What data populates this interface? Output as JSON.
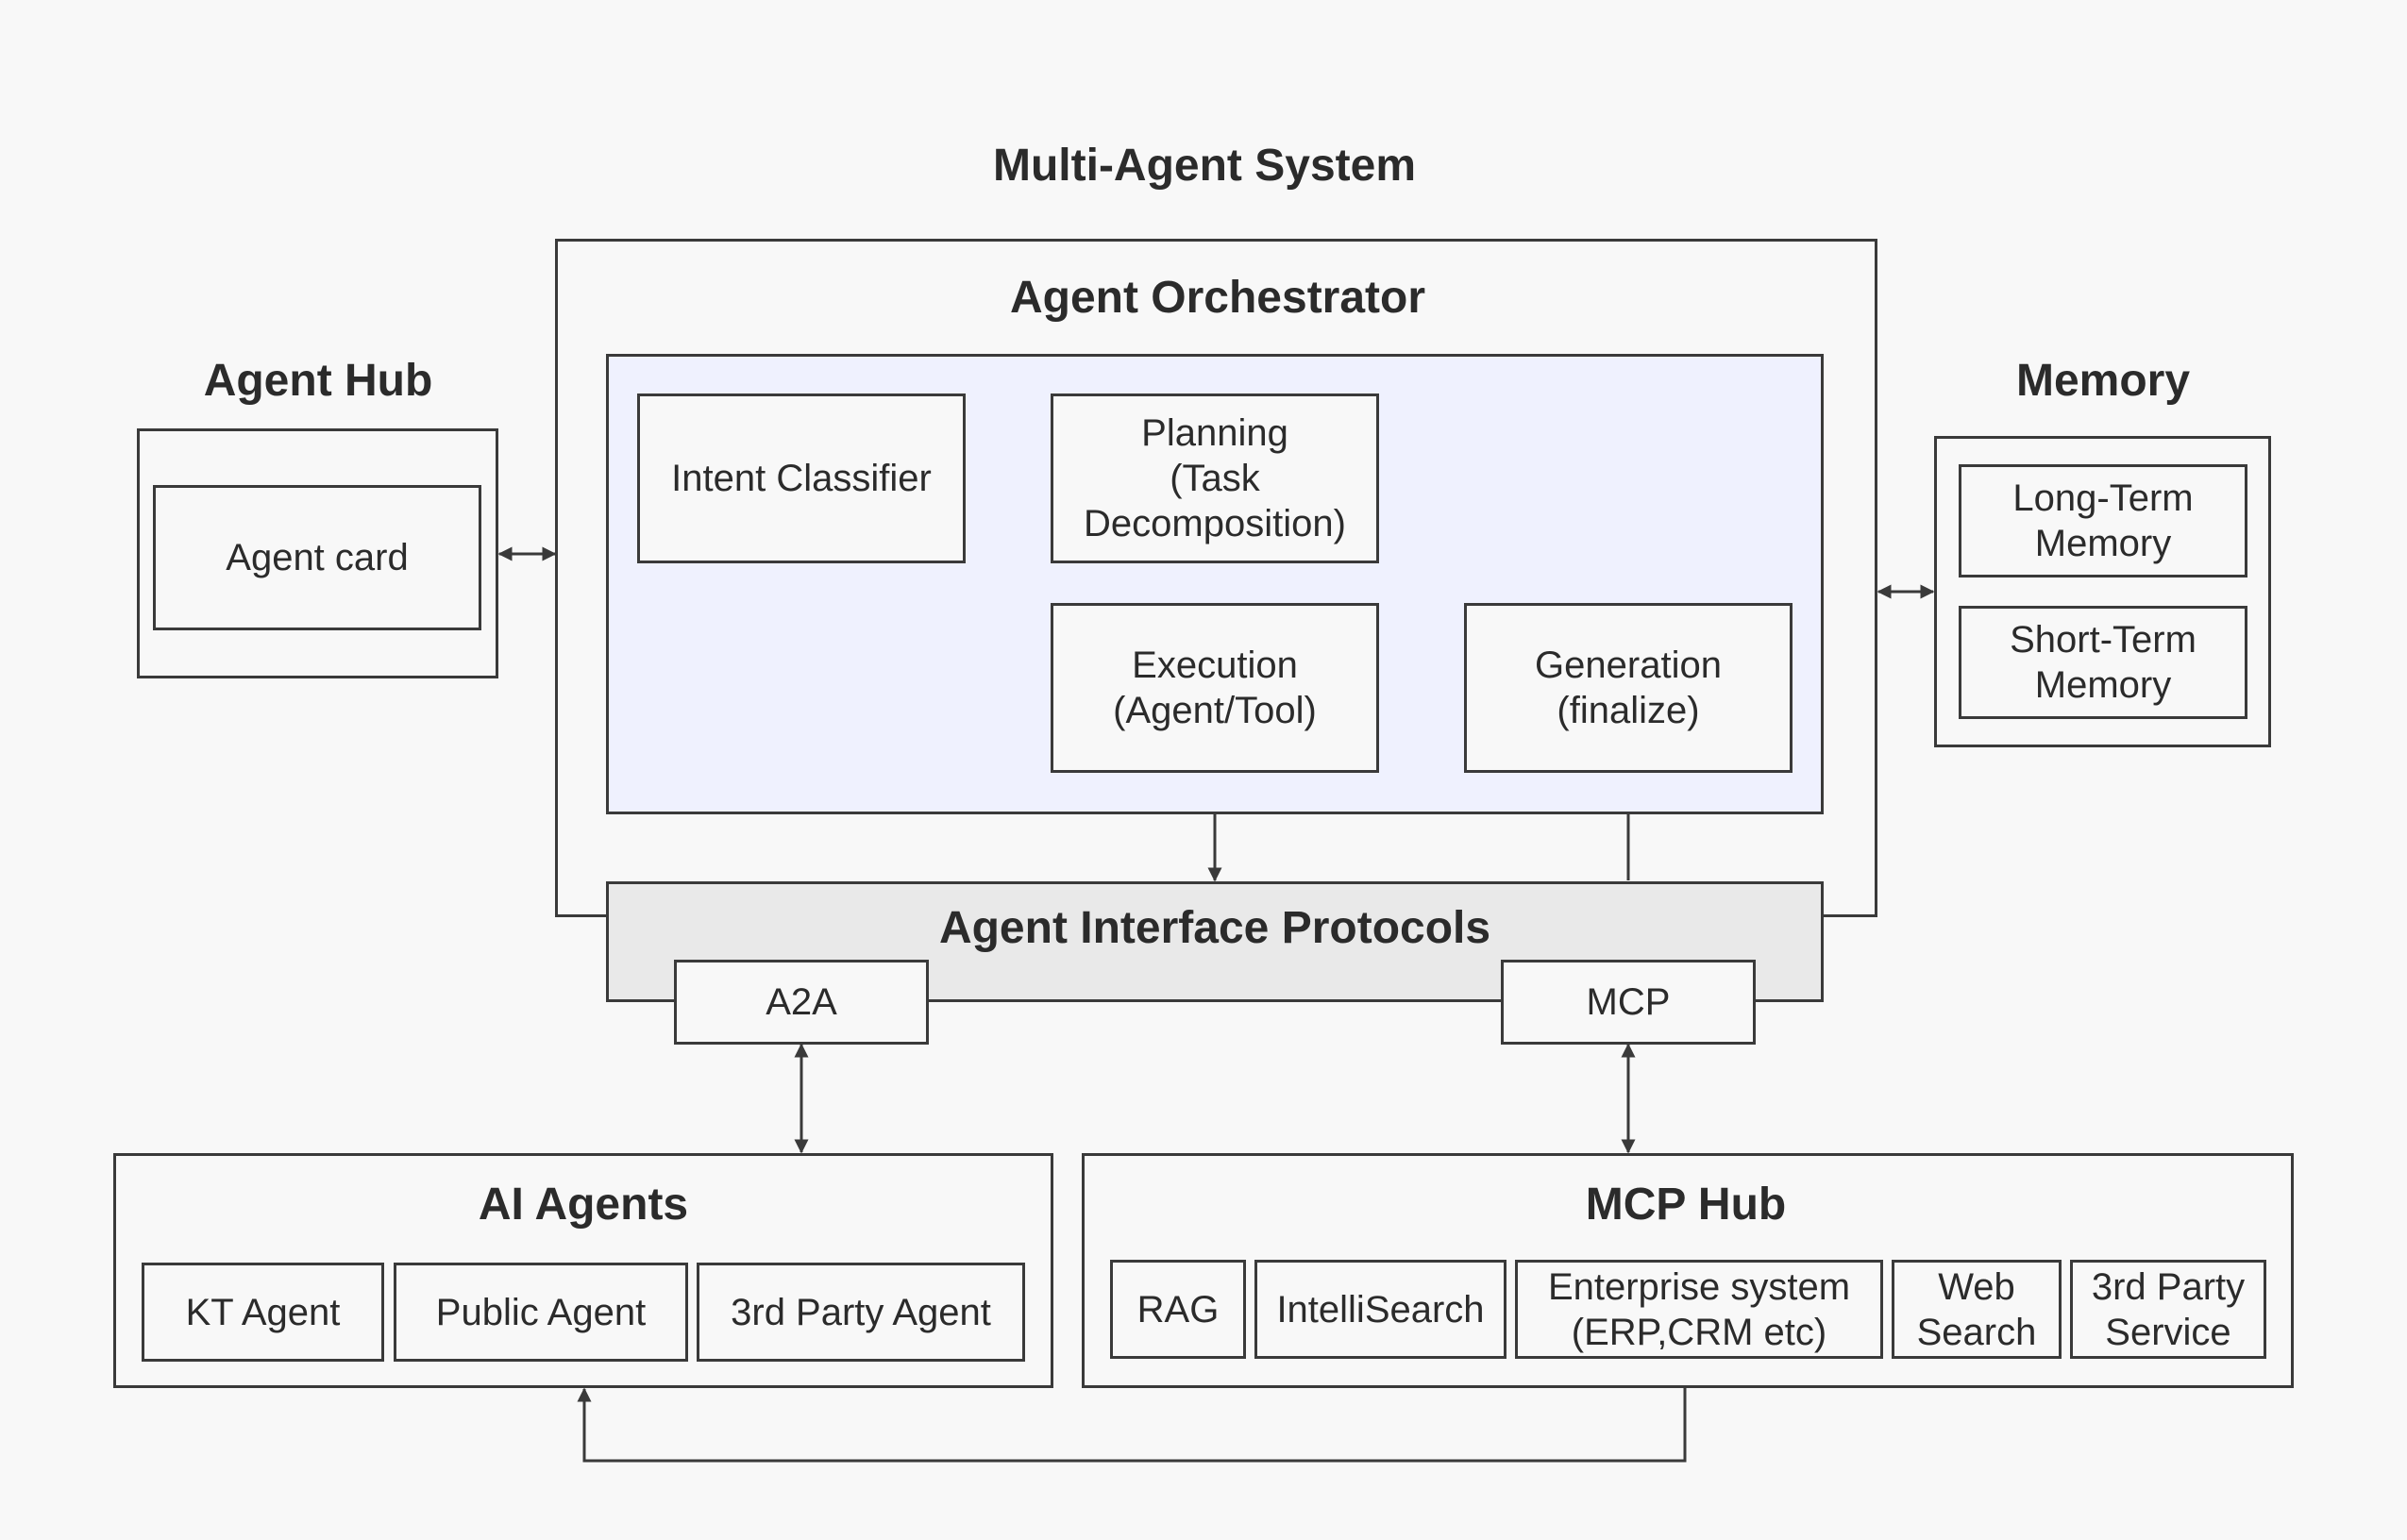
{
  "title": "Multi-Agent System",
  "agent_hub": {
    "title": "Agent Hub",
    "card": "Agent card"
  },
  "orchestrator": {
    "title": "Agent Orchestrator",
    "intent": "Intent Classifier",
    "planning": "Planning\n(Task\nDecomposition)",
    "execution": "Execution\n(Agent/Tool)",
    "generation": "Generation\n(finalize)"
  },
  "protocols": {
    "title": "Agent Interface Protocols",
    "a2a": "A2A",
    "mcp": "MCP"
  },
  "memory": {
    "title": "Memory",
    "long_term": "Long-Term\nMemory",
    "short_term": "Short-Term\nMemory"
  },
  "ai_agents": {
    "title": "AI Agents",
    "items": [
      "KT Agent",
      "Public Agent",
      "3rd Party Agent"
    ]
  },
  "mcp_hub": {
    "title": "MCP Hub",
    "items": [
      "RAG",
      "IntelliSearch",
      "Enterprise system\n(ERP,CRM etc)",
      "Web\nSearch",
      "3rd Party\nService"
    ]
  }
}
